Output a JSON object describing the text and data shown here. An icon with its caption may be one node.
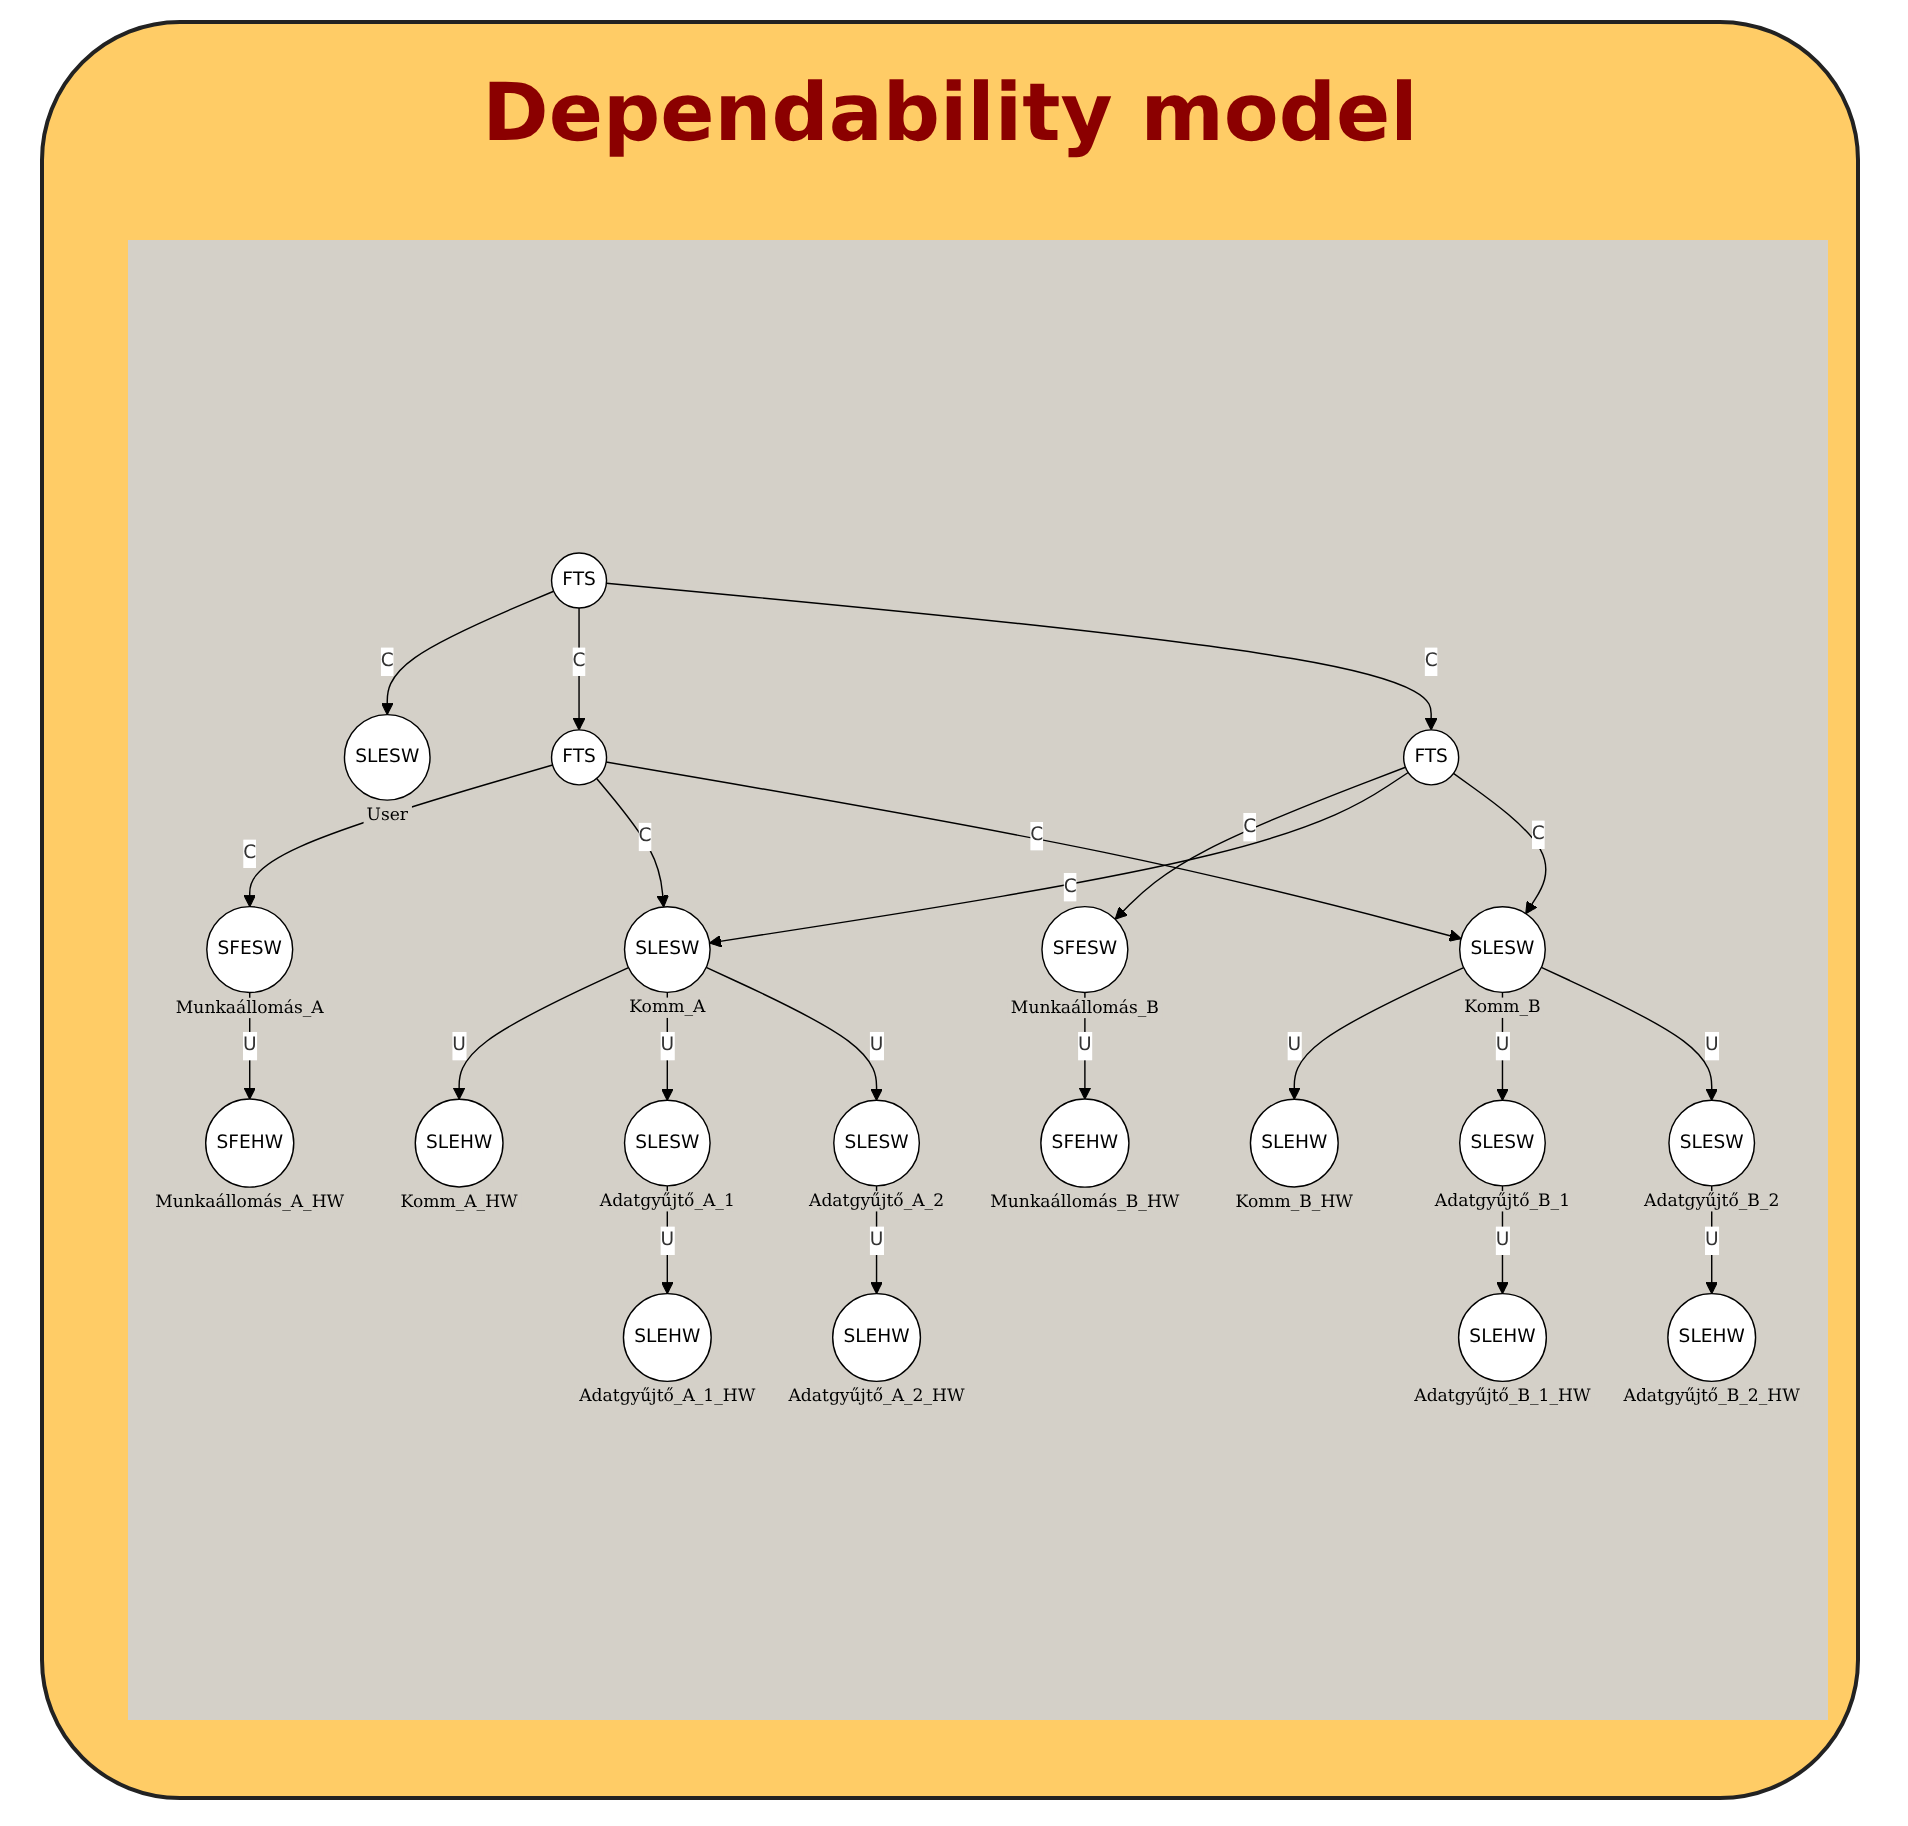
{
  "diagram": {
    "title": "Dependability model",
    "nodes": [
      {
        "text": [
          "FTS"
        ]
      },
      {
        "text": [
          "SLESW"
        ],
        "beside": [
          "User"
        ]
      },
      {
        "text": [
          "SFESW"
        ],
        "beside": [
          "Munkaállomás_A"
        ]
      },
      {
        "text": [
          "FTS"
        ]
      },
      {
        "text": [
          "FTS"
        ]
      },
      {
        "text": [
          "SFESW"
        ],
        "beside": [
          "Munkaállomás_B"
        ]
      },
      {
        "text": [
          "SFEHW"
        ],
        "beside": [
          "Munkaállomás_A_HW"
        ]
      },
      {
        "text": [
          "SFEHW"
        ],
        "beside": [
          "Munkaállomás_B_HW"
        ]
      },
      {
        "text": [
          "SLEHW"
        ],
        "beside": [
          "Komm_A_HW"
        ]
      },
      {
        "text": [
          "SLESW"
        ],
        "beside": [
          "Komm_A"
        ]
      },
      {
        "text": [
          "SLESW"
        ],
        "beside": [
          "Komm_B"
        ]
      },
      {
        "text": [
          "SLEHW"
        ],
        "beside": [
          "Komm_B_HW"
        ]
      },
      {
        "text": [
          "SLESW"
        ],
        "beside": [
          "Adatgyűjtő_A_1"
        ]
      },
      {
        "text": [
          "SLESW"
        ],
        "beside": [
          "Adatgyűjtő_A_2"
        ]
      },
      {
        "text": [
          "SLESW"
        ],
        "beside": [
          "Adatgyűjtő_B_1"
        ]
      },
      {
        "text": [
          "SLESW"
        ],
        "beside": [
          "Adatgyűjtő_B_2"
        ]
      },
      {
        "text": [
          "SLEHW"
        ],
        "beside": [
          "Adatgyűjtő_A_1_HW"
        ]
      },
      {
        "text": [
          "SLEHW"
        ],
        "beside": [
          "Adatgyűjtő_A_2_HW"
        ]
      },
      {
        "text": [
          "SLEHW"
        ],
        "beside": [
          "Adatgyűjtő_B_1_HW"
        ]
      },
      {
        "text": [
          "SLEHW"
        ],
        "beside": [
          "Adatgyűjtő_B_2_HW"
        ]
      }
    ],
    "edges": [
      {
        "from": 0,
        "to": 1,
        "arrow": "to",
        "label": "C"
      },
      {
        "from": 0,
        "to": 3,
        "arrow": "to",
        "label": "C"
      },
      {
        "from": 0,
        "to": 4,
        "arrow": "to",
        "label": "C"
      },
      {
        "from": 3,
        "to": 2,
        "arrow": "to",
        "label": "C"
      },
      {
        "from": 4,
        "to": 5,
        "arrow": "to",
        "label": "C"
      },
      {
        "from": 2,
        "to": 6,
        "arrow": "to",
        "label": "U"
      },
      {
        "from": 5,
        "to": 7,
        "arrow": "to",
        "label": "U"
      },
      {
        "from": 3,
        "to": 9,
        "arrow": "to",
        "label": "C"
      },
      {
        "from": 3,
        "to": 10,
        "arrow": "to",
        "label": "C"
      },
      {
        "from": 4,
        "to": 9,
        "arrow": "to",
        "label": "C"
      },
      {
        "from": 4,
        "to": 10,
        "arrow": "to",
        "label": "C"
      },
      {
        "from": 9,
        "to": 8,
        "arrow": "to",
        "label": "U"
      },
      {
        "from": 10,
        "to": 11,
        "arrow": "to",
        "label": "U"
      },
      {
        "from": 9,
        "to": 12,
        "arrow": "to",
        "label": "U"
      },
      {
        "from": 9,
        "to": 13,
        "arrow": "to",
        "label": "U"
      },
      {
        "from": 10,
        "to": 14,
        "arrow": "to",
        "label": "U"
      },
      {
        "from": 10,
        "to": 15,
        "arrow": "to",
        "label": "U"
      },
      {
        "from": 12,
        "to": 16,
        "arrow": "to",
        "label": "U"
      },
      {
        "from": 13,
        "to": 17,
        "arrow": "to",
        "label": "U"
      },
      {
        "from": 14,
        "to": 18,
        "arrow": "to",
        "label": "U"
      },
      {
        "from": 15,
        "to": 19,
        "arrow": "to",
        "label": "U"
      }
    ]
  }
}
